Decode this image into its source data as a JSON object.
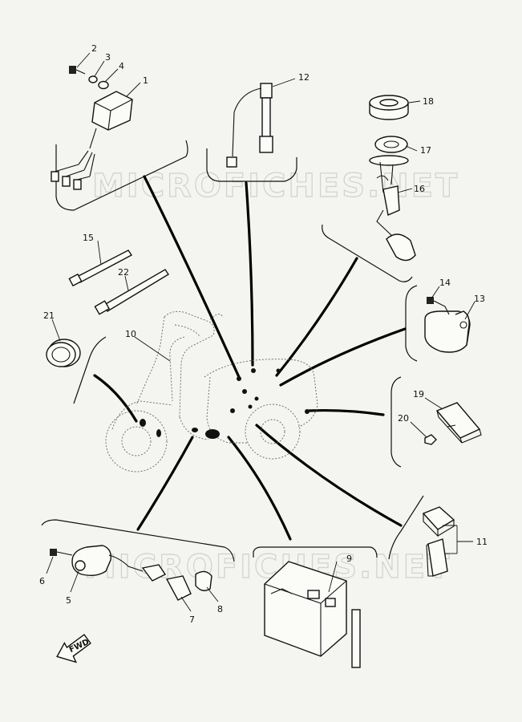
{
  "watermark": {
    "top": "MICROFICHES.NET",
    "bottom": "MICROFICHES.NET"
  },
  "fwd_label": "FWD",
  "callouts": {
    "c1": "1",
    "c2": "2",
    "c3": "3",
    "c4": "4",
    "c5": "5",
    "c6": "6",
    "c7": "7",
    "c8": "8",
    "c9": "9",
    "c10": "10",
    "c11": "11",
    "c12": "12",
    "c13": "13",
    "c14": "14",
    "c15": "15",
    "c16": "16",
    "c17": "17",
    "c18": "18",
    "c19": "19",
    "c20": "20",
    "c21": "21",
    "c22": "22"
  },
  "icons": [
    "cdi-unit-icon",
    "sensor-icon",
    "fuel-sender-icon",
    "relay-icon",
    "rectifier-icon",
    "ignition-coil-icon",
    "battery-icon",
    "cable-tie-icon",
    "horn-icon",
    "scooter-outline-icon",
    "fwd-arrow-icon"
  ]
}
